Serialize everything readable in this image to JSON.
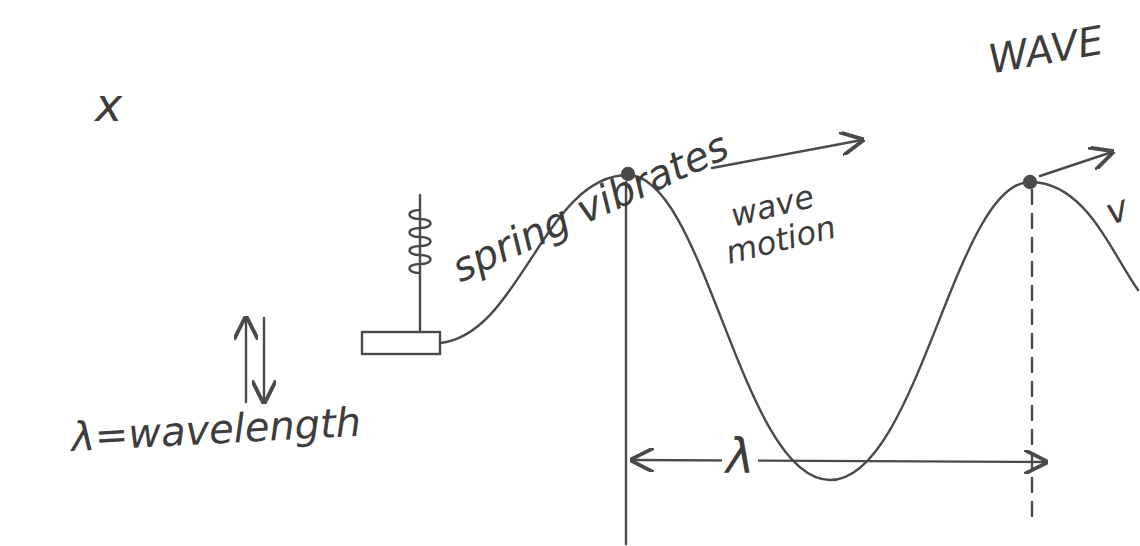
{
  "diagram": {
    "labels": [
      "x",
      "spring vibrates",
      "WAVE",
      "wave motion",
      "v",
      "λ=wavelength",
      "λ"
    ]
  }
}
